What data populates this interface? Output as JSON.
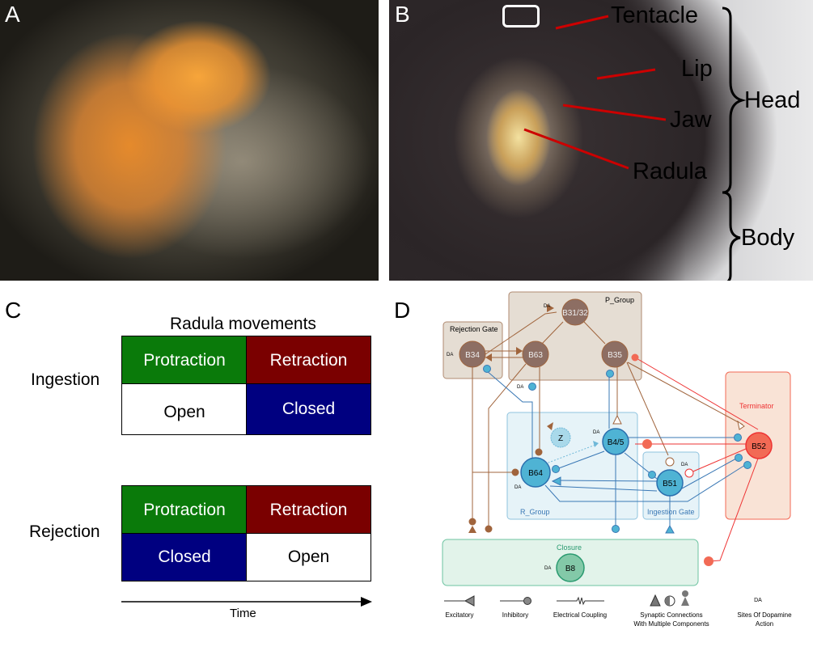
{
  "panels": {
    "a": "A",
    "b": "B",
    "c": "C",
    "d": "D"
  },
  "panel_b": {
    "labels": [
      "Tentacle",
      "Lip",
      "Jaw",
      "Radula"
    ],
    "groups": [
      "Head",
      "Body"
    ]
  },
  "panel_c": {
    "title": "Radula movements",
    "ingestion": {
      "label": "Ingestion",
      "top": [
        "Protraction",
        "Retraction"
      ],
      "bottom": [
        "Open",
        "Closed"
      ]
    },
    "rejection": {
      "label": "Rejection",
      "top": [
        "Protraction",
        "Retraction"
      ],
      "bottom": [
        "Closed",
        "Open"
      ]
    },
    "axis": "Time",
    "colors": {
      "protraction": "#0a7a0a",
      "retraction": "#7a0000",
      "closed": "#000080",
      "open": "#ffffff"
    }
  },
  "panel_d": {
    "groups": {
      "p_group": "P_Group",
      "rejection_gate": "Rejection Gate",
      "r_group": "R_Group",
      "ingestion_gate": "Ingestion Gate",
      "terminator": "Terminator",
      "closure": "Closure"
    },
    "neurons": {
      "b31": "B31/32",
      "b34": "B34",
      "b63": "B63",
      "b35": "B35",
      "b64": "B64",
      "z": "Z",
      "b45": "B4/5",
      "b51": "B51",
      "b52": "B52",
      "b8": "B8"
    },
    "da": "DA",
    "legend": {
      "excitatory": "Excitatory",
      "inhibitory": "Inhibitory",
      "electrical": "Electrical Coupling",
      "multi1": "Synaptic Connections",
      "multi2": "With Multiple Components",
      "da1": "Sites Of Dopamine",
      "da2": "Action"
    },
    "colors": {
      "p": "#8d6e63",
      "r": "#4fb3d4",
      "term": "#f26a55",
      "closure": "#6cc3a0"
    }
  }
}
